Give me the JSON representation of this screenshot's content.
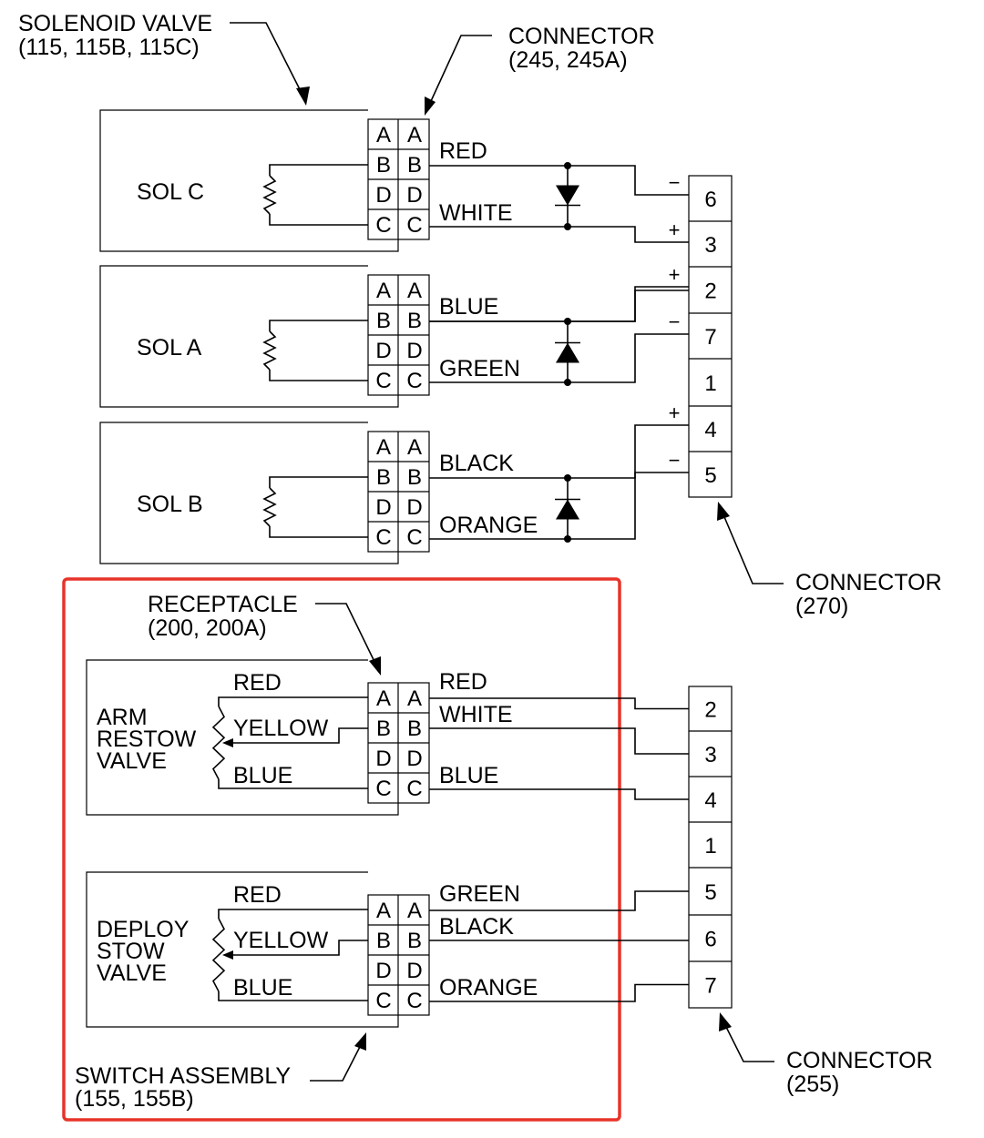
{
  "callouts": {
    "solenoid_valve": [
      "SOLENOID VALVE",
      "(115, 115B, 115C)"
    ],
    "connector_245": [
      "CONNECTOR",
      "(245, 245A)"
    ],
    "connector_270": [
      "CONNECTOR",
      "(270)"
    ],
    "receptacle": [
      "RECEPTACLE",
      "(200, 200A)"
    ],
    "connector_255": [
      "CONNECTOR",
      "(255)"
    ],
    "switch_assembly": [
      "SWITCH ASSEMBLY",
      "(155, 155B)"
    ]
  },
  "pin_letters": [
    "A",
    "B",
    "D",
    "C"
  ],
  "solenoids": [
    {
      "name": "SOL C",
      "wire_top": "RED",
      "wire_bottom": "WHITE",
      "pins": [
        "6",
        "3"
      ],
      "signs": [
        "−",
        "+"
      ],
      "diode": "down"
    },
    {
      "name": "SOL A",
      "wire_top": "BLUE",
      "wire_bottom": "GREEN",
      "pins": [
        "2",
        "7"
      ],
      "signs": [
        "+",
        "−"
      ],
      "diode": "up"
    },
    {
      "name": "SOL B",
      "wire_top": "BLACK",
      "wire_bottom": "ORANGE",
      "pins": [
        "4",
        "5"
      ],
      "signs": [
        "+",
        "−"
      ],
      "diode": "up"
    }
  ],
  "connector_270_pins": [
    "6",
    "3",
    "2",
    "7",
    "1",
    "4",
    "5"
  ],
  "switches": [
    {
      "name": [
        "ARM",
        "RESTOW",
        "VALVE"
      ],
      "pot_labels": [
        "RED",
        "YELLOW",
        "BLUE"
      ],
      "out_wires": [
        "RED",
        "WHITE",
        "BLUE"
      ]
    },
    {
      "name": [
        "DEPLOY",
        "STOW",
        "VALVE"
      ],
      "pot_labels": [
        "RED",
        "YELLOW",
        "BLUE"
      ],
      "out_wires": [
        "GREEN",
        "BLACK",
        "ORANGE"
      ]
    }
  ],
  "connector_255_pins": [
    "2",
    "3",
    "4",
    "1",
    "5",
    "6",
    "7"
  ]
}
